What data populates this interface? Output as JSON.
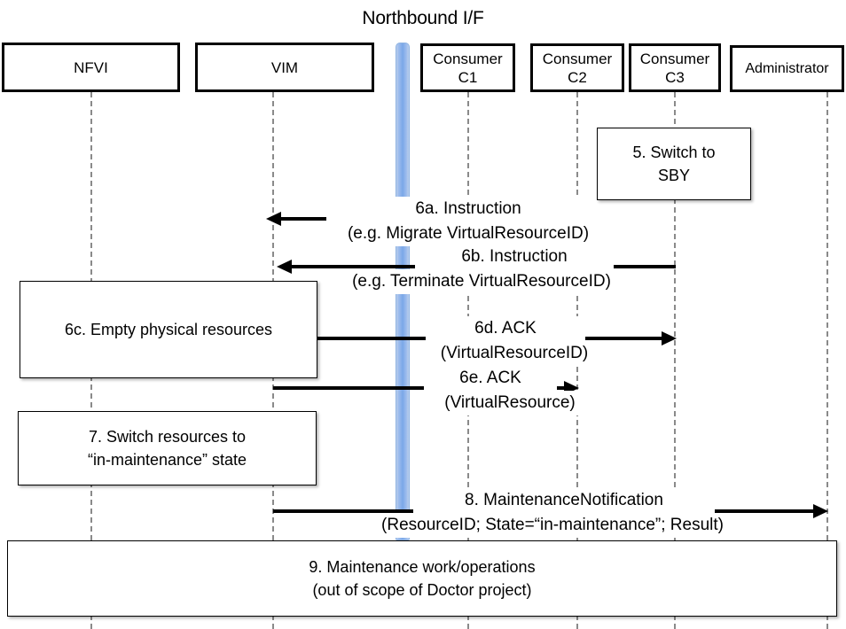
{
  "title": "Northbound I/F",
  "colors": {
    "northbound_bar": "#7aa8e8",
    "line": "#000000",
    "lifeline": "#8a8a8a",
    "background": "#ffffff"
  },
  "participants": [
    {
      "name": "nfvi",
      "label": "NFVI"
    },
    {
      "name": "vim",
      "label": "VIM"
    },
    {
      "name": "consumer-c1",
      "label": "Consumer\nC1"
    },
    {
      "name": "consumer-c2",
      "label": "Consumer\nC2"
    },
    {
      "name": "consumer-c3",
      "label": "Consumer\nC3"
    },
    {
      "name": "administrator",
      "label": "Administrator"
    }
  ],
  "notes": [
    {
      "name": "note-switch-to-sby",
      "label": "5. Switch to\nSBY"
    },
    {
      "name": "note-empty-resources",
      "label": "6c. Empty physical resources"
    },
    {
      "name": "note-switch-maintenance",
      "label": "7. Switch resources to\n“in-maintenance” state"
    },
    {
      "name": "note-maintenance-work",
      "label": "9. Maintenance work/operations\n(out of scope of Doctor project)"
    }
  ],
  "messages": [
    {
      "name": "message-6a",
      "line1": "6a. Instruction",
      "line2": "(e.g. Migrate VirtualResourceID)",
      "from": "consumer-c2",
      "to": "vim",
      "direction": "left"
    },
    {
      "name": "message-6b",
      "line1": "6b. Instruction",
      "line2": "(e.g. Terminate VirtualResourceID)",
      "from": "consumer-c3",
      "to": "vim",
      "direction": "left"
    },
    {
      "name": "message-6d",
      "line1": "6d. ACK",
      "line2": "(VirtualResourceID)",
      "from": "vim",
      "to": "consumer-c3",
      "direction": "right"
    },
    {
      "name": "message-6e",
      "line1": "6e. ACK",
      "line2": "(VirtualResource)",
      "from": "vim",
      "to": "consumer-c2",
      "direction": "right"
    },
    {
      "name": "message-8",
      "line1": "8.      MaintenanceNotification",
      "line2": "(ResourceID; State=“in-maintenance”; Result)",
      "from": "vim",
      "to": "administrator",
      "direction": "right"
    }
  ]
}
